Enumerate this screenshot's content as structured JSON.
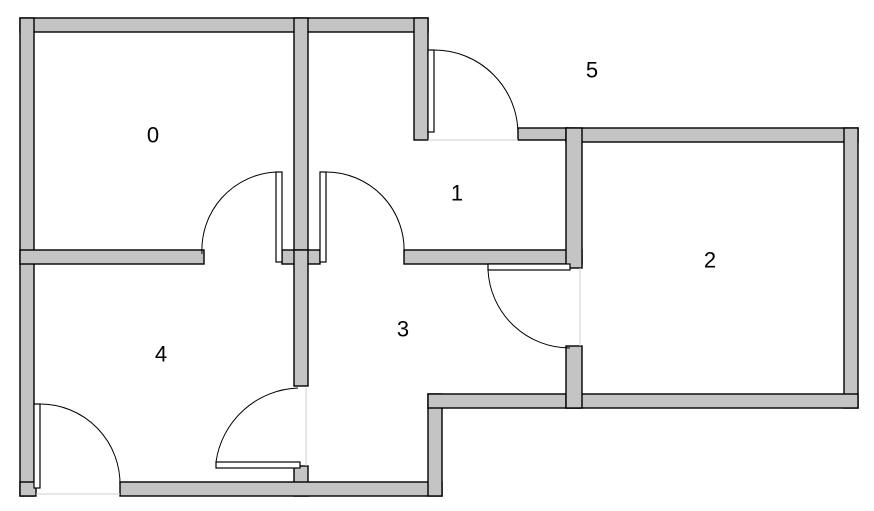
{
  "floor_plan": {
    "wall_fill": "#c4c4c4",
    "line_color": "#000000",
    "background": "#ffffff",
    "rooms": [
      {
        "id": "room-0",
        "label": "0"
      },
      {
        "id": "room-1",
        "label": "1"
      },
      {
        "id": "room-2",
        "label": "2"
      },
      {
        "id": "room-3",
        "label": "3"
      },
      {
        "id": "room-4",
        "label": "4"
      },
      {
        "id": "room-5",
        "label": "5"
      }
    ]
  }
}
